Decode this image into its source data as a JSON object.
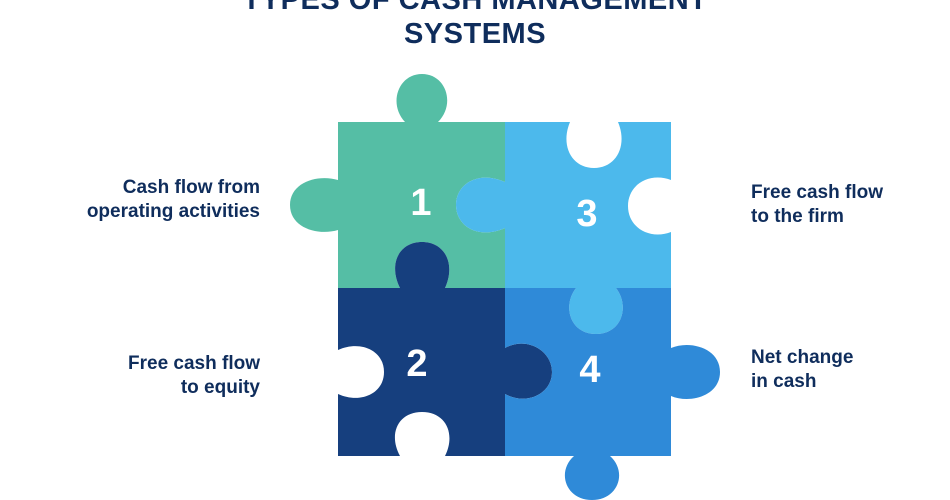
{
  "title": {
    "line1": "TYPES OF CASH MANAGEMENT",
    "line2": "SYSTEMS"
  },
  "pieces": [
    {
      "number": "1",
      "label_line1": "Cash flow from",
      "label_line2": "operating activities",
      "color": "#55bea5"
    },
    {
      "number": "2",
      "label_line1": "Free cash flow",
      "label_line2": "to equity",
      "color": "#163f7e"
    },
    {
      "number": "3",
      "label_line1": "Free cash flow",
      "label_line2": "to the firm",
      "color": "#4cb9ec"
    },
    {
      "number": "4",
      "label_line1": "Net change",
      "label_line2": "in cash",
      "color": "#2f8ad8"
    }
  ]
}
